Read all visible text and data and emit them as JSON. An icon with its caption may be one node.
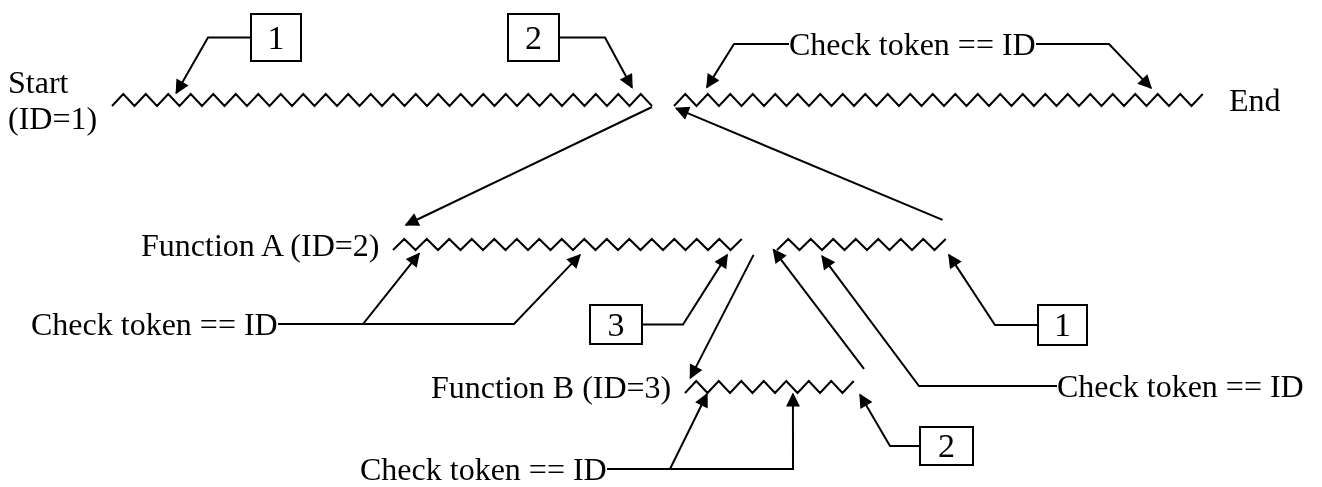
{
  "diagram": {
    "nodes": [
      {
        "text": [],
        "shape": "zigzag",
        "beside": [
          "Start (ID=1)"
        ]
      },
      {
        "text": [],
        "shape": "zigzag",
        "beside": [
          "End"
        ]
      },
      {
        "text": [],
        "shape": "zigzag",
        "beside": [
          "Function A (ID=2)"
        ]
      },
      {
        "text": [],
        "shape": "zigzag"
      },
      {
        "text": [],
        "shape": "zigzag",
        "beside": [
          "Function B (ID=3)"
        ]
      },
      {
        "text": [
          "1"
        ]
      },
      {
        "text": [
          "2"
        ]
      },
      {
        "text": [
          "Check token == ID"
        ]
      },
      {
        "text": [
          "Check token == ID"
        ]
      },
      {
        "text": [
          "3"
        ]
      },
      {
        "text": [
          "1"
        ]
      },
      {
        "text": [
          "Check token == ID"
        ]
      },
      {
        "text": [
          "Check token == ID"
        ]
      },
      {
        "text": [
          "2"
        ]
      }
    ],
    "edges": [
      {
        "from": 0,
        "to": 2,
        "arrow": "to"
      },
      {
        "from": 3,
        "to": 1,
        "arrow": "to"
      },
      {
        "from": 2,
        "to": 4,
        "arrow": "to"
      },
      {
        "from": 4,
        "to": 3,
        "arrow": "to"
      },
      {
        "from": 5,
        "to": 0,
        "arrow": "to"
      },
      {
        "from": 6,
        "to": 0,
        "arrow": "to"
      },
      {
        "from": 7,
        "to": 1,
        "arrow": "to"
      },
      {
        "from": 7,
        "to": 1,
        "arrow": "to"
      },
      {
        "from": 8,
        "to": 2,
        "arrow": "to"
      },
      {
        "from": 8,
        "to": 2,
        "arrow": "to"
      },
      {
        "from": 9,
        "to": 2,
        "arrow": "to"
      },
      {
        "from": 10,
        "to": 3,
        "arrow": "to"
      },
      {
        "from": 11,
        "to": 3,
        "arrow": "to"
      },
      {
        "from": 12,
        "to": 4,
        "arrow": "to"
      },
      {
        "from": 12,
        "to": 4,
        "arrow": "to"
      },
      {
        "from": 13,
        "to": 4,
        "arrow": "to"
      }
    ]
  }
}
